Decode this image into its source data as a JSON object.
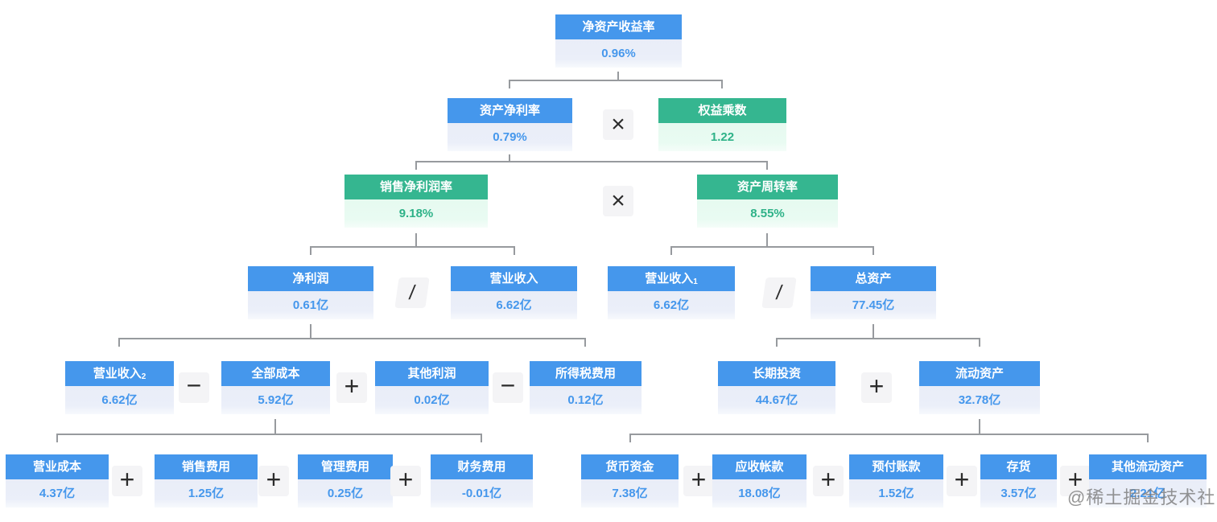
{
  "palette": {
    "blue_header": "#4597ec",
    "blue_value_bg": "#e9edf8",
    "green_header": "#35b690",
    "green_value_bg": "#e6faf0",
    "connector_line": "#979a9e",
    "operator_bg": "#f4f4f6",
    "operator_glyph": "#2c2c2c",
    "watermark_gray": "#7d7d7d"
  },
  "operators": {
    "multiply": "×",
    "divide": "/",
    "plus": "+",
    "minus": "−"
  },
  "watermark": {
    "text": "@稀土掘金技术社区"
  },
  "nodes": {
    "roe": {
      "label": "净资产收益率",
      "value": "0.96%",
      "theme": "blue"
    },
    "roa": {
      "label": "资产净利率",
      "value": "0.79%",
      "theme": "blue"
    },
    "equity_multiplier": {
      "label": "权益乘数",
      "value": "1.22",
      "theme": "green"
    },
    "net_sales_margin": {
      "label": "销售净利润率",
      "value": "9.18%",
      "theme": "green"
    },
    "asset_turnover": {
      "label": "资产周转率",
      "value": "8.55%",
      "theme": "green"
    },
    "net_profit": {
      "label": "净利润",
      "value": "0.61亿",
      "theme": "blue"
    },
    "revenue": {
      "label": "营业收入",
      "value": "6.62亿",
      "theme": "blue"
    },
    "revenue_1": {
      "label": "营业收入",
      "sub": "1",
      "value": "6.62亿",
      "theme": "blue"
    },
    "total_assets": {
      "label": "总资产",
      "value": "77.45亿",
      "theme": "blue"
    },
    "revenue_2": {
      "label": "营业收入",
      "sub": "2",
      "value": "6.62亿",
      "theme": "blue"
    },
    "total_cost": {
      "label": "全部成本",
      "value": "5.92亿",
      "theme": "blue"
    },
    "other_profit": {
      "label": "其他利润",
      "value": "0.02亿",
      "theme": "blue"
    },
    "income_tax": {
      "label": "所得税费用",
      "value": "0.12亿",
      "theme": "blue"
    },
    "long_term_investment": {
      "label": "长期投资",
      "value": "44.67亿",
      "theme": "blue"
    },
    "current_assets": {
      "label": "流动资产",
      "value": "32.78亿",
      "theme": "blue"
    },
    "operating_cost": {
      "label": "营业成本",
      "value": "4.37亿",
      "theme": "blue"
    },
    "selling_expense": {
      "label": "销售费用",
      "value": "1.25亿",
      "theme": "blue"
    },
    "admin_expense": {
      "label": "管理费用",
      "value": "0.25亿",
      "theme": "blue"
    },
    "finance_expense": {
      "label": "财务费用",
      "value": "-0.01亿",
      "theme": "blue"
    },
    "cash": {
      "label": "货币资金",
      "value": "7.38亿",
      "theme": "blue"
    },
    "accounts_receivable": {
      "label": "应收帐款",
      "value": "18.08亿",
      "theme": "blue"
    },
    "prepaid": {
      "label": "预付账款",
      "value": "1.52亿",
      "theme": "blue"
    },
    "inventory": {
      "label": "存货",
      "value": "3.57亿",
      "theme": "blue"
    },
    "other_current_assets": {
      "label": "其他流动资产",
      "value": "2.21亿",
      "theme": "blue"
    }
  }
}
